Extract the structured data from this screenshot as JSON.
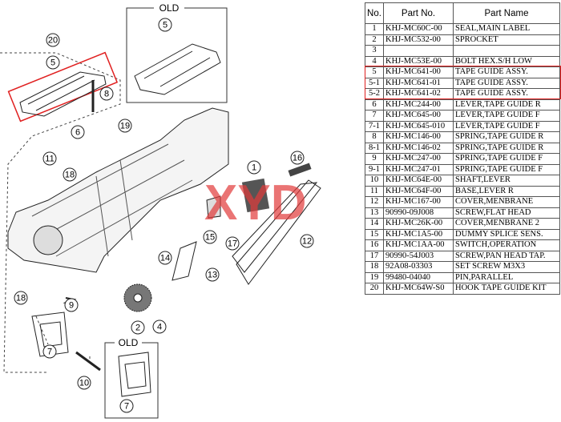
{
  "diagram": {
    "old_label": "OLD",
    "watermark": "XYD",
    "accent": "#e02020",
    "callouts": [
      "20",
      "5",
      "8",
      "19",
      "6",
      "11",
      "18",
      "1",
      "16",
      "15",
      "17",
      "12",
      "14",
      "13",
      "18",
      "9",
      "2",
      "4",
      "7",
      "10",
      "7",
      "5"
    ]
  },
  "table": {
    "headers": [
      "No.",
      "Part No.",
      "Part Name"
    ],
    "rows": [
      [
        "1",
        "KHJ-MC60C-00",
        "SEAL,MAIN LABEL"
      ],
      [
        "2",
        "KHJ-MC532-00",
        "SPROCKET"
      ],
      [
        "3",
        "",
        ""
      ],
      [
        "4",
        "KHJ-MC53E-00",
        "BOLT HEX.S/H LOW"
      ],
      [
        "5",
        "KHJ-MC641-00",
        "TAPE GUIDE ASSY."
      ],
      [
        "5-1",
        "KHJ-MC641-01",
        "TAPE GUIDE ASSY."
      ],
      [
        "5-2",
        "KHJ-MC641-02",
        "TAPE GUIDE ASSY."
      ],
      [
        "6",
        "KHJ-MC244-00",
        "LEVER,TAPE GUIDE R"
      ],
      [
        "7",
        "KHJ-MC645-00",
        "LEVER,TAPE GUIDE F"
      ],
      [
        "7-1",
        "KHJ-MC645-010",
        "LEVER,TAPE GUIDE F"
      ],
      [
        "8",
        "KHJ-MC146-00",
        "SPRING,TAPE GUIDE R"
      ],
      [
        "8-1",
        "KHJ-MC146-02",
        "SPRING,TAPE GUIDE R"
      ],
      [
        "9",
        "KHJ-MC247-00",
        "SPRING,TAPE GUIDE F"
      ],
      [
        "9-1",
        "KHJ-MC247-01",
        "SPRING,TAPE GUIDE F"
      ],
      [
        "10",
        "KHJ-MC64E-00",
        "SHAFT,LEVER"
      ],
      [
        "11",
        "KHJ-MC64F-00",
        "BASE,LEVER R"
      ],
      [
        "12",
        "KHJ-MC167-00",
        "COVER,MENBRANE"
      ],
      [
        "13",
        "90990-09J008",
        "SCREW,FLAT HEAD"
      ],
      [
        "14",
        "KHJ-MC26K-00",
        "COVER,MENBRANE 2"
      ],
      [
        "15",
        "KHJ-MC1A5-00",
        "DUMMY SPLICE SENS."
      ],
      [
        "16",
        "KHJ-MC1AA-00",
        "SWITCH,OPERATION"
      ],
      [
        "17",
        "90990-54J003",
        "SCREW,PAN HEAD TAP."
      ],
      [
        "18",
        "92A08-03303",
        "SET SCREW  M3X3"
      ],
      [
        "19",
        "99480-04040",
        "PIN,PARALLEL"
      ],
      [
        "20",
        "KHJ-MC64W-S0",
        "HOOK TAPE GUIDE KIT"
      ]
    ]
  }
}
